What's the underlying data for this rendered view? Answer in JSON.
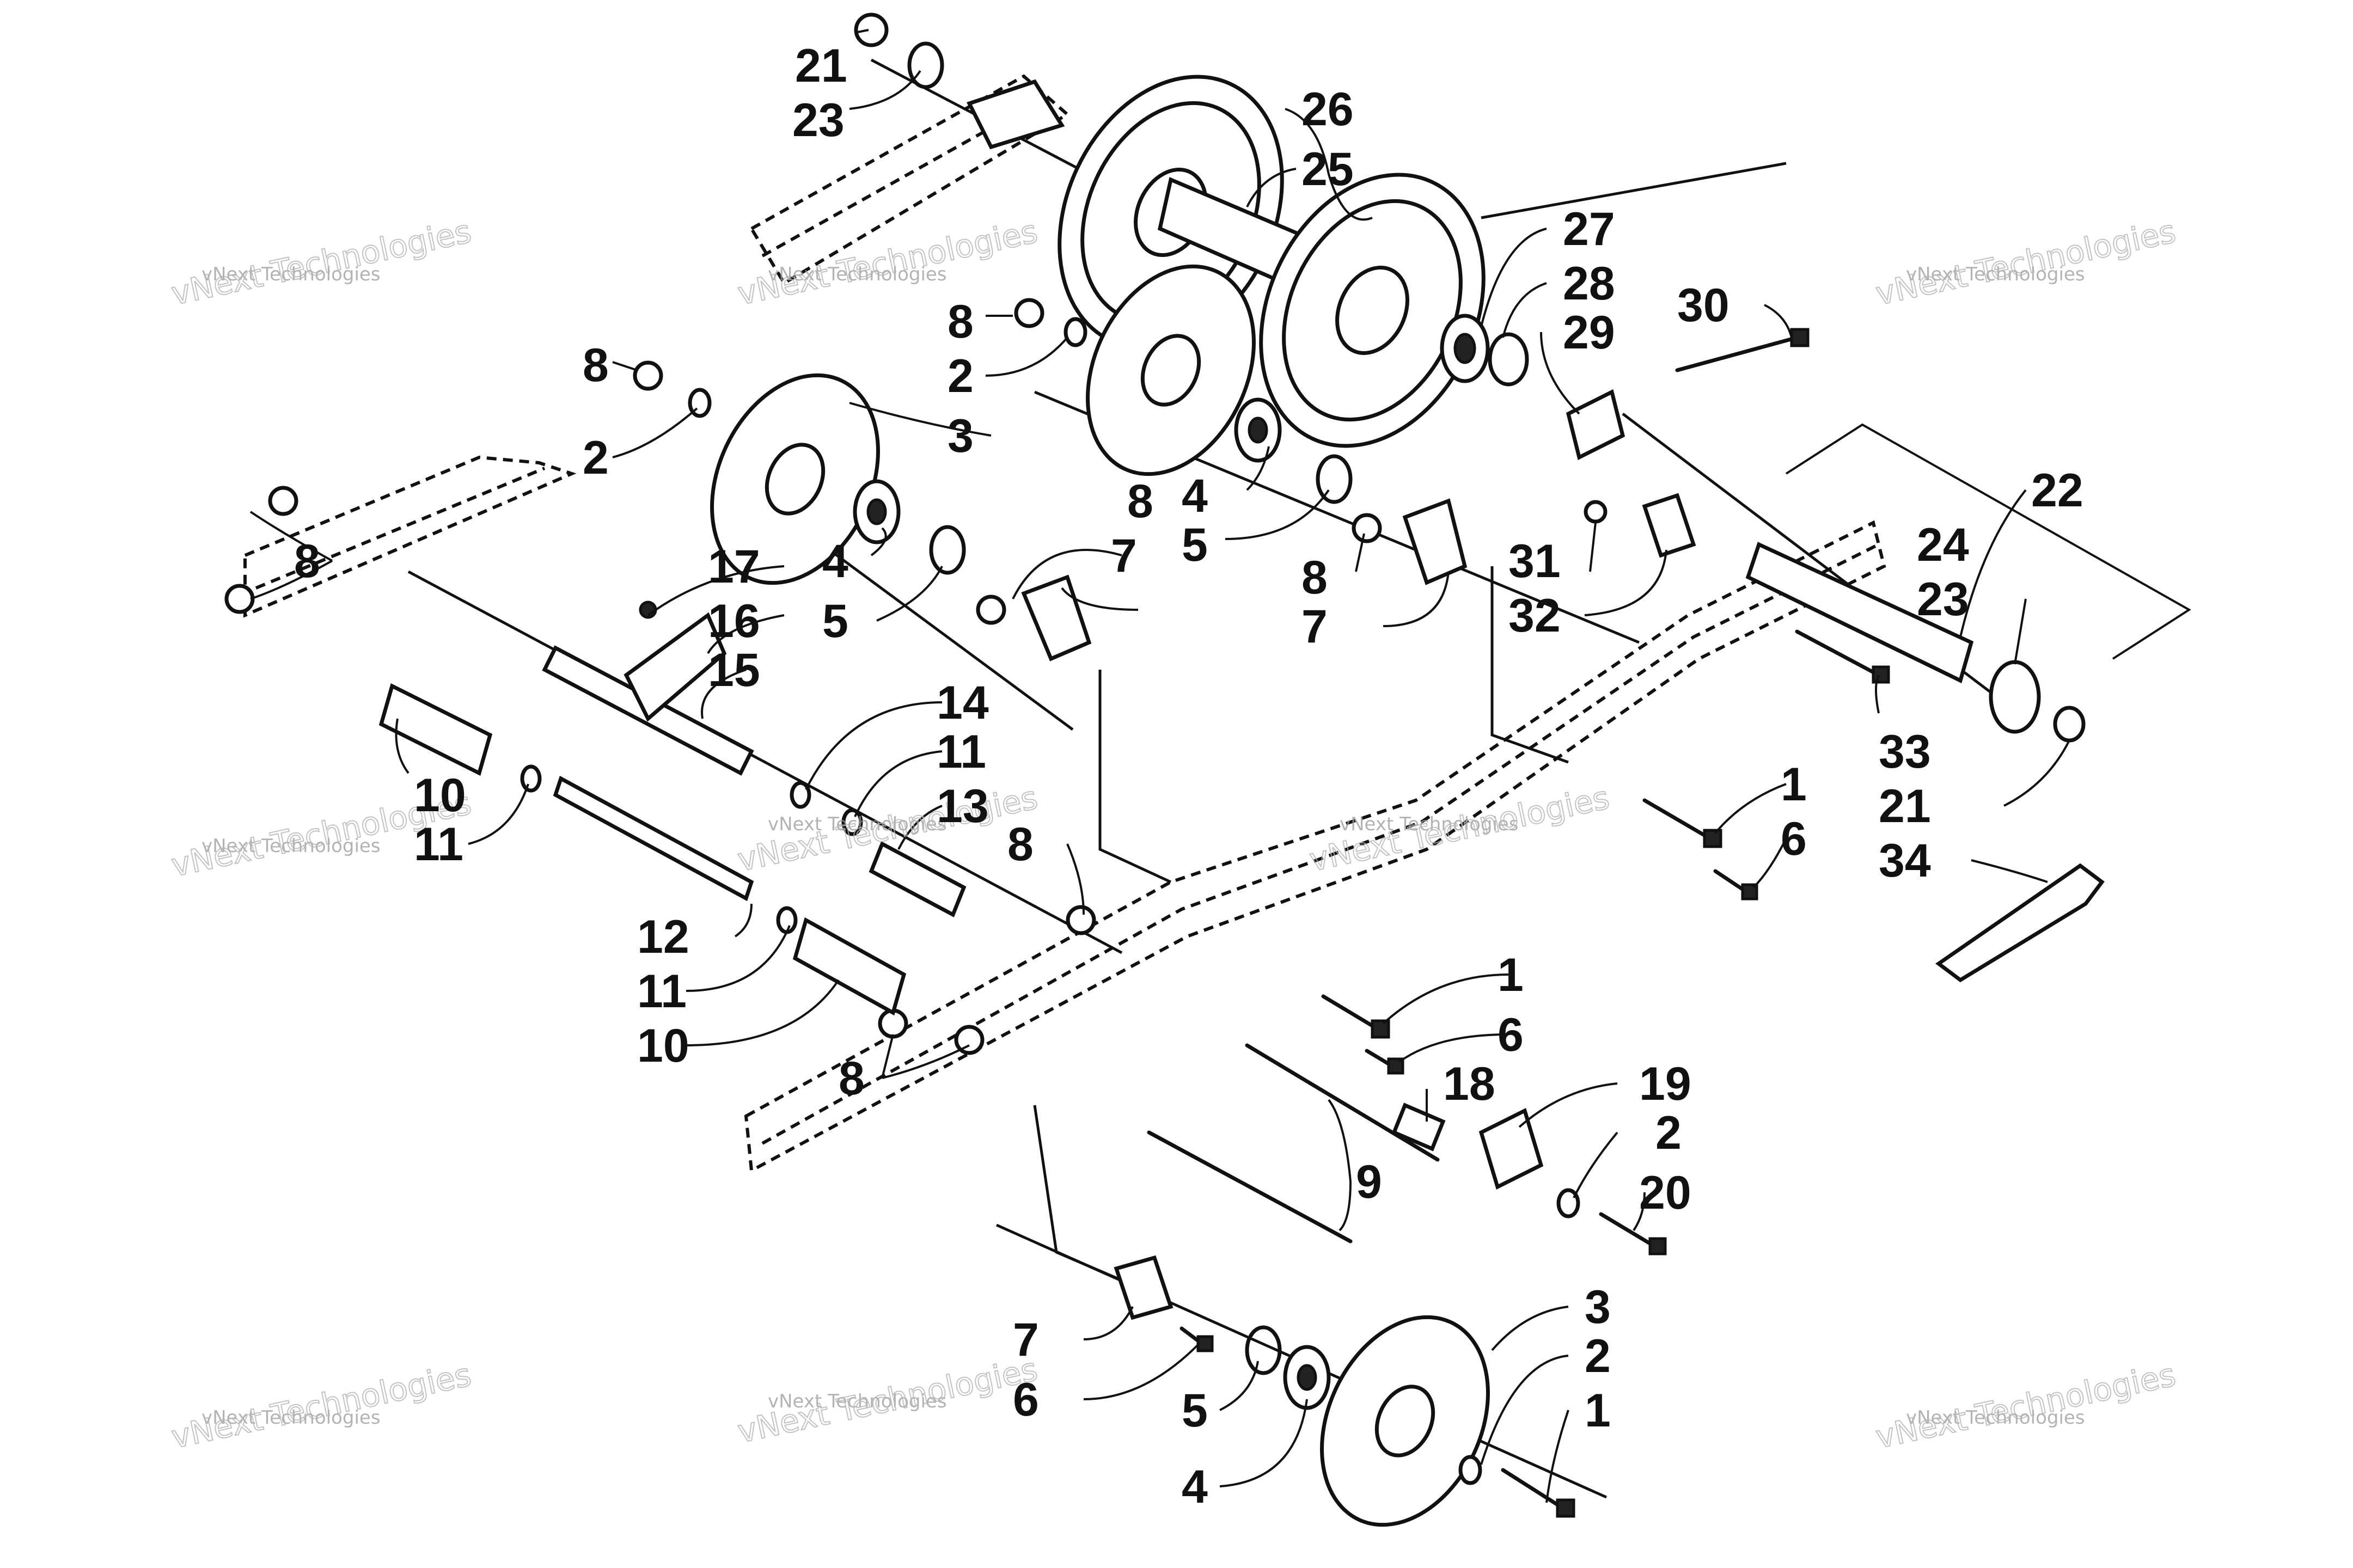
{
  "callouts": [
    {
      "id": "c21a",
      "text": "21"
    },
    {
      "id": "c23a",
      "text": "23"
    },
    {
      "id": "c26",
      "text": "26"
    },
    {
      "id": "c25",
      "text": "25"
    },
    {
      "id": "c27",
      "text": "27"
    },
    {
      "id": "c28",
      "text": "28"
    },
    {
      "id": "c29",
      "text": "29"
    },
    {
      "id": "c30",
      "text": "30"
    },
    {
      "id": "c8a",
      "text": "8"
    },
    {
      "id": "c2a",
      "text": "2"
    },
    {
      "id": "c8b",
      "text": "8"
    },
    {
      "id": "c2b",
      "text": "2"
    },
    {
      "id": "c3a",
      "text": "3"
    },
    {
      "id": "c4a",
      "text": "4"
    },
    {
      "id": "c5a",
      "text": "5"
    },
    {
      "id": "c22",
      "text": "22"
    },
    {
      "id": "c24",
      "text": "24"
    },
    {
      "id": "c23b",
      "text": "23"
    },
    {
      "id": "c8c",
      "text": "8"
    },
    {
      "id": "c7a",
      "text": "7"
    },
    {
      "id": "c8d",
      "text": "8"
    },
    {
      "id": "c7b",
      "text": "7"
    },
    {
      "id": "c31",
      "text": "31"
    },
    {
      "id": "c32",
      "text": "32"
    },
    {
      "id": "c8e",
      "text": "8"
    },
    {
      "id": "c17",
      "text": "17"
    },
    {
      "id": "c4b",
      "text": "4"
    },
    {
      "id": "c16",
      "text": "16"
    },
    {
      "id": "c5b",
      "text": "5"
    },
    {
      "id": "c15",
      "text": "15"
    },
    {
      "id": "c14",
      "text": "14"
    },
    {
      "id": "c11a",
      "text": "11"
    },
    {
      "id": "c13",
      "text": "13"
    },
    {
      "id": "c10a",
      "text": "10"
    },
    {
      "id": "c11b",
      "text": "11"
    },
    {
      "id": "c33",
      "text": "33"
    },
    {
      "id": "c21b",
      "text": "21"
    },
    {
      "id": "c34",
      "text": "34"
    },
    {
      "id": "c1a",
      "text": "1"
    },
    {
      "id": "c6a",
      "text": "6"
    },
    {
      "id": "c8f",
      "text": "8"
    },
    {
      "id": "c12",
      "text": "12"
    },
    {
      "id": "c11c",
      "text": "11"
    },
    {
      "id": "c10b",
      "text": "10"
    },
    {
      "id": "c1b",
      "text": "1"
    },
    {
      "id": "c6b",
      "text": "6"
    },
    {
      "id": "c8g",
      "text": "8"
    },
    {
      "id": "c18",
      "text": "18"
    },
    {
      "id": "c19",
      "text": "19"
    },
    {
      "id": "c2c",
      "text": "2"
    },
    {
      "id": "c20",
      "text": "20"
    },
    {
      "id": "c9",
      "text": "9"
    },
    {
      "id": "c3b",
      "text": "3"
    },
    {
      "id": "c2d",
      "text": "2"
    },
    {
      "id": "c7c",
      "text": "7"
    },
    {
      "id": "c6c",
      "text": "6"
    },
    {
      "id": "c1c",
      "text": "1"
    },
    {
      "id": "c5c",
      "text": "5"
    },
    {
      "id": "c4c",
      "text": "4"
    }
  ],
  "watermarks": [
    {
      "small": "vNext Technologies",
      "big": "vNext Technologies"
    },
    {
      "small": "vNext Technologies",
      "big": "vNext Technologies"
    },
    {
      "small": "vNext Technologies",
      "big": "vNext Technologies"
    },
    {
      "small": "vNext Technologies",
      "big": "vNext Technologies"
    },
    {
      "small": "vNext Technologies",
      "big": "vNext Technologies"
    },
    {
      "small": "vNext Technologies",
      "big": "vNext Technologies"
    },
    {
      "small": "vNext Technologies",
      "big": "vNext Technologies"
    },
    {
      "small": "vNext Technologies",
      "big": "vNext Technologies"
    },
    {
      "small": "vNext Technologies",
      "big": "vNext Technologies"
    }
  ]
}
